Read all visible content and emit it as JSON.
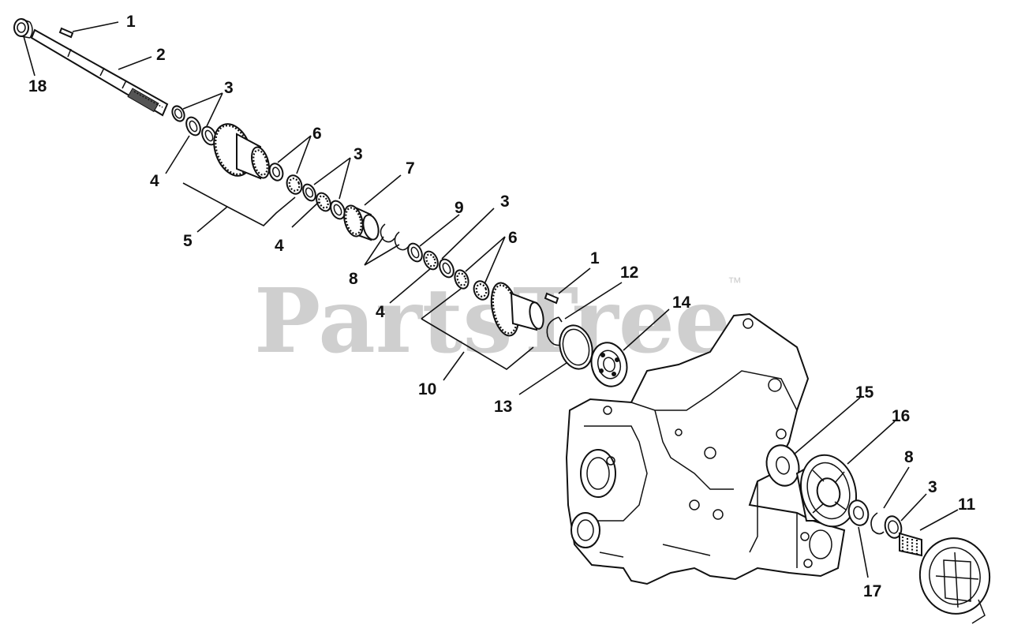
{
  "watermark": {
    "text": "PartsTree",
    "trademark": "™"
  },
  "callouts": {
    "c1_top": "1",
    "c2": "2",
    "c3_a": "3",
    "c4_a": "4",
    "c5": "5",
    "c6_a": "6",
    "c3_b": "3",
    "c4_b": "4",
    "c7": "7",
    "c8_a": "8",
    "c9": "9",
    "c3_c": "3",
    "c6_b": "6",
    "c4_c": "4",
    "c1_mid": "1",
    "c12": "12",
    "c14": "14",
    "c10": "10",
    "c13": "13",
    "c15": "15",
    "c16": "16",
    "c8_b": "8",
    "c3_d": "3",
    "c11": "11",
    "c17": "17",
    "c18": "18"
  }
}
